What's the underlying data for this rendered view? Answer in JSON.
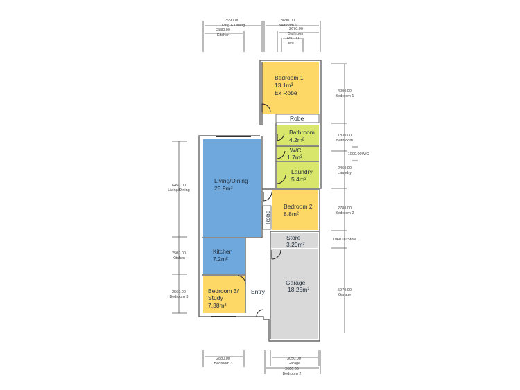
{
  "colors": {
    "bedroom": "#fdd867",
    "living": "#6fa8dc",
    "wet": "#d8e76c",
    "garage": "#d9d9d9",
    "robe": "#ffffff"
  },
  "rooms": {
    "bedroom1": {
      "name": "Bedroom 1",
      "area": "13.1m²",
      "note": "Ex Robe"
    },
    "robe1": {
      "name": "Robe"
    },
    "bathroom": {
      "name": "Bathroom",
      "area": "4.2m²"
    },
    "wc": {
      "name": "W/C",
      "area": "1.7m²"
    },
    "laundry": {
      "name": "Laundry",
      "area": "5.4m²"
    },
    "living": {
      "name": "Living/Dining",
      "area": "25.9m²"
    },
    "bedroom2": {
      "name": "Bedroom 2",
      "area": "8.8m²"
    },
    "robe2": {
      "name": "Robe"
    },
    "store": {
      "name": "Store",
      "area": "3.29m²"
    },
    "kitchen": {
      "name": "Kitchen",
      "area": "7.2m²"
    },
    "garage": {
      "name": "Garage",
      "area": "18.25m²"
    },
    "bedroom3": {
      "name": "Bedroom 3/",
      "name2": "Study",
      "area": "7.38m²"
    },
    "entry": {
      "name": "Entry"
    }
  },
  "dimensions": {
    "top": [
      {
        "value": "3990.00",
        "label": "Living & Dining"
      },
      {
        "value": "2880.00",
        "label": "Kitchen"
      },
      {
        "value": "3690.00",
        "label": "Bedroom 1"
      },
      {
        "value": "2670.00",
        "label": "Bathroom"
      },
      {
        "value": "1650.00",
        "label": "W/C"
      }
    ],
    "right": [
      {
        "value": "4000.00",
        "label": "Bedroom 1"
      },
      {
        "value": "1830.00",
        "label": "Bathroom"
      },
      {
        "value": "1000.00W/C",
        "label": ""
      },
      {
        "value": "2460.00",
        "label": "Laundry"
      },
      {
        "value": "2780.00",
        "label": "Bedroom 2"
      },
      {
        "value": "1060.00 Store",
        "label": ""
      },
      {
        "value": "5970.00",
        "label": "Garage"
      }
    ],
    "left": [
      {
        "value": "6450.00",
        "label": "Living/Dining"
      },
      {
        "value": "2500.00",
        "label": "Kitchen"
      },
      {
        "value": "2560.00",
        "label": "Bedroom 3"
      }
    ],
    "bottom": [
      {
        "value": "2880.00",
        "label": "Bedroom 3"
      },
      {
        "value": "3050.00",
        "label": "Garage"
      },
      {
        "value": "3690.00",
        "label": "Bedroom 2"
      }
    ]
  }
}
